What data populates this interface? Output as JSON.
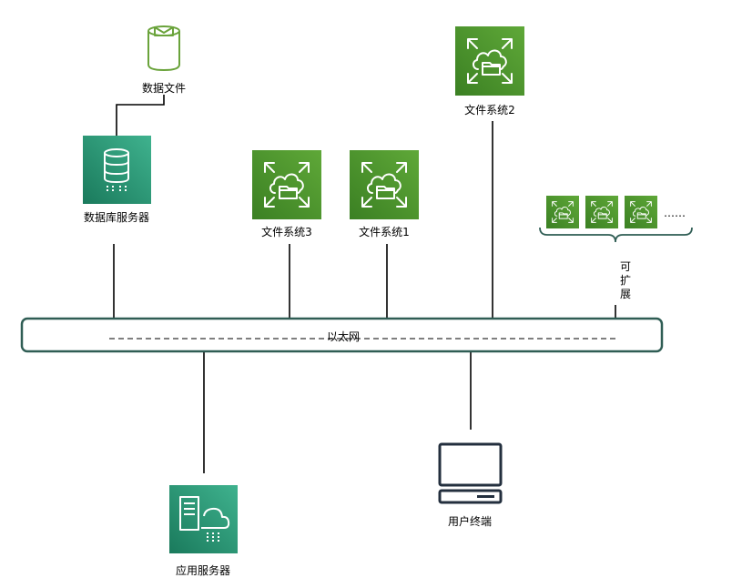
{
  "labels": {
    "data_file": "数据文件",
    "db_server": "数据库服务器",
    "fs2": "文件系统2",
    "fs3": "文件系统3",
    "fs1": "文件系统1",
    "ellipsis": "……",
    "scalable_1": "可",
    "scalable_2": "扩",
    "scalable_3": "展",
    "ethernet": "以太网",
    "app_server": "应用服务器",
    "user_terminal": "用户终端"
  },
  "colors": {
    "efs_green_dark": "#3b8023",
    "efs_green_light": "#5fa838",
    "teal_dark": "#1a7a5c",
    "teal_light": "#3fb28e",
    "bus_stroke": "#2f5d54",
    "file_icon_green": "#6aa33b",
    "terminal_stroke": "#232f3e"
  },
  "icons": {
    "data_file": "data-file-icon",
    "db_server": "database-icon",
    "file_system": "efs-file-system-icon",
    "app_server": "app-server-cloud-icon",
    "user_terminal": "desktop-terminal-icon"
  }
}
